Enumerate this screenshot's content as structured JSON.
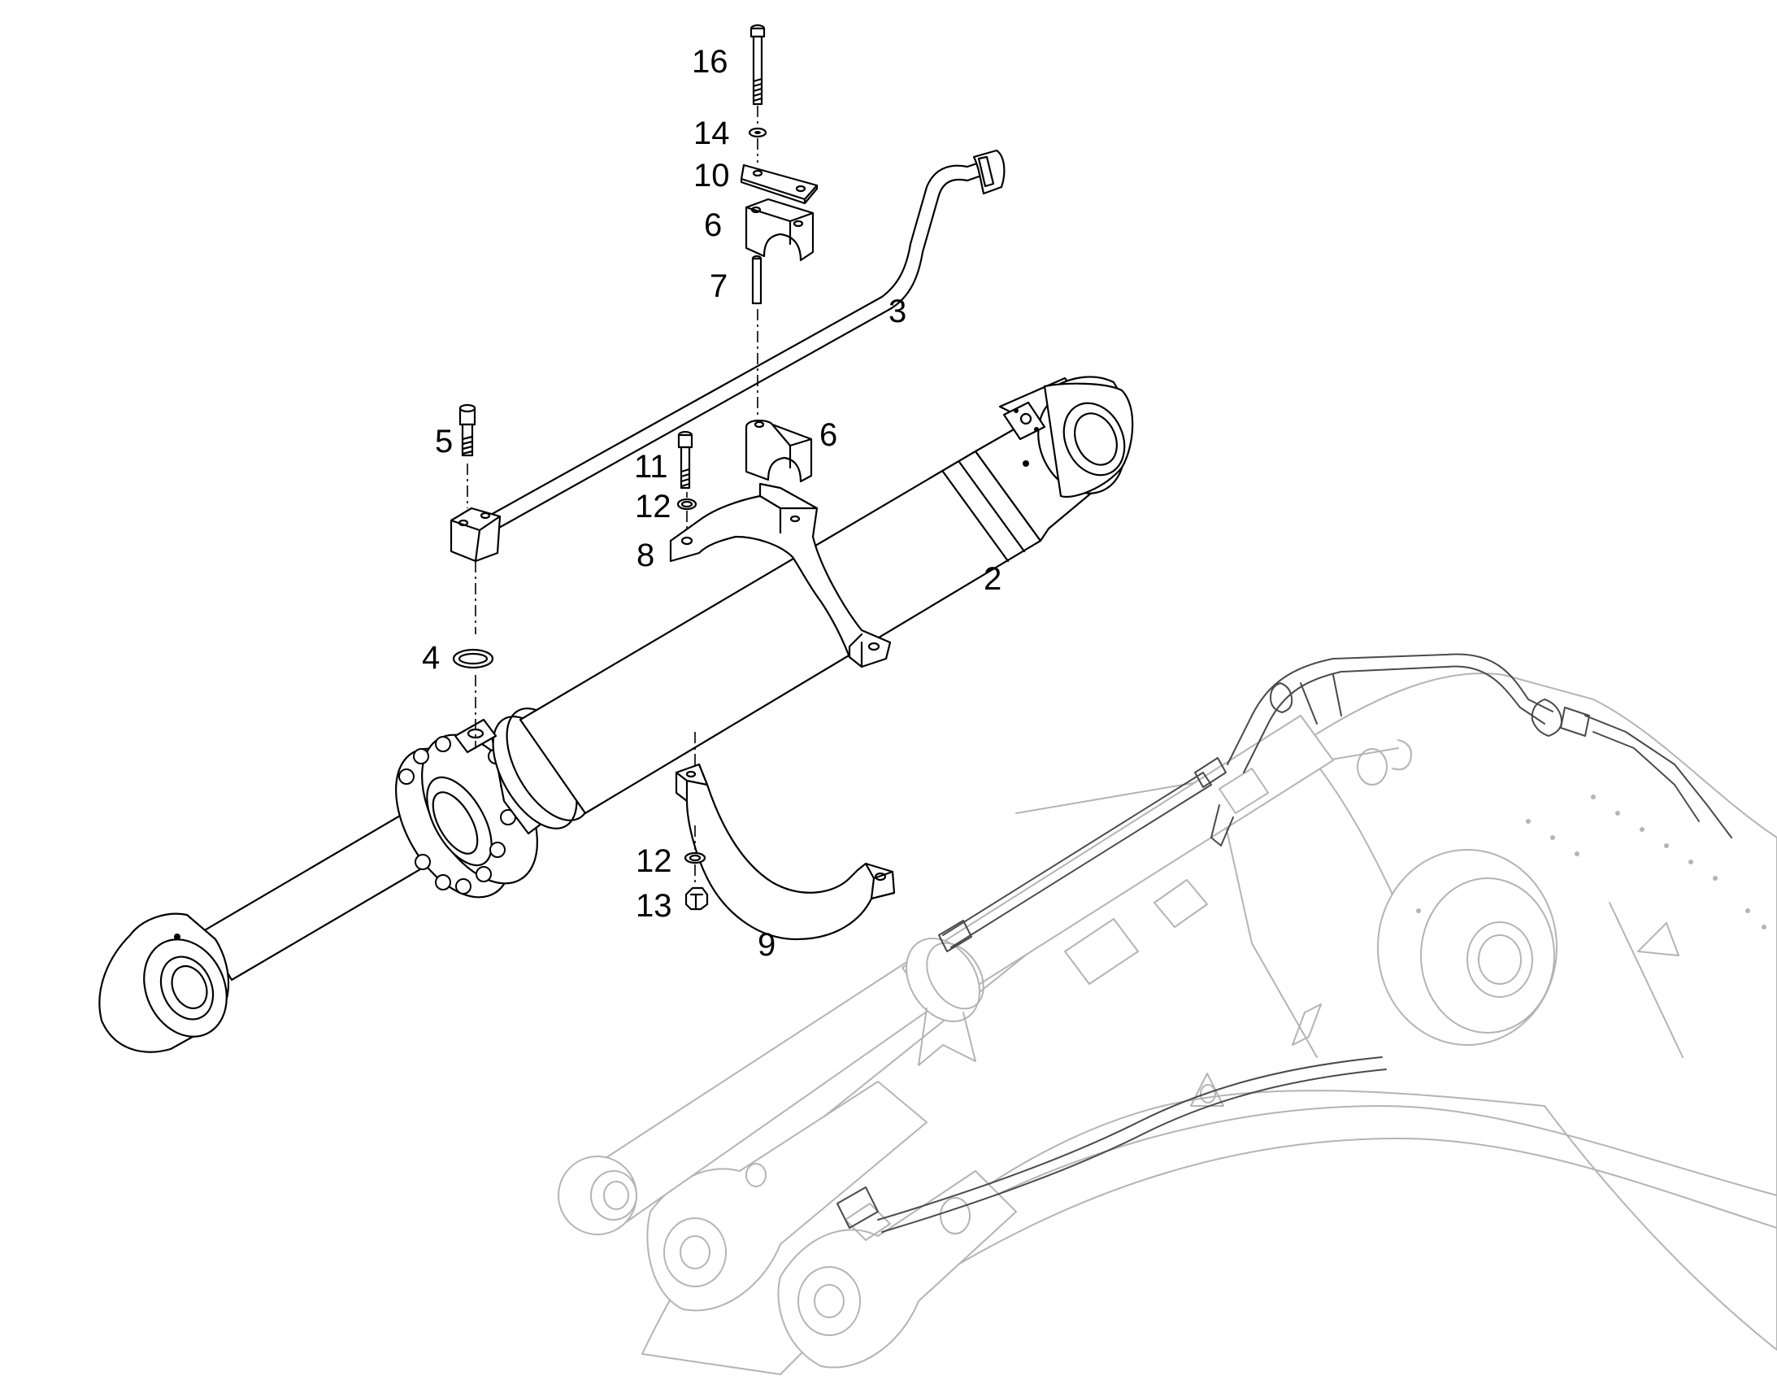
{
  "callouts": [
    "16",
    "14",
    "10",
    "6",
    "7",
    "3",
    "5",
    "6",
    "11",
    "12",
    "8",
    "2",
    "4",
    "12",
    "13",
    "9"
  ]
}
